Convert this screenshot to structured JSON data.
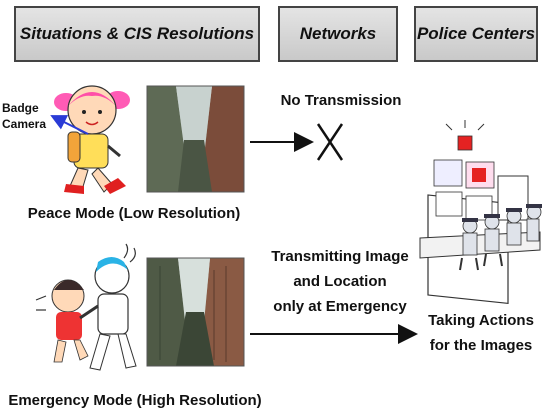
{
  "headers": {
    "left": "Situations & CIS Resolutions",
    "middle": "Networks",
    "right": "Police Centers"
  },
  "peace": {
    "badge_label_line1": "Badge",
    "badge_label_line2": "Camera",
    "caption": "Peace Mode (Low Resolution)",
    "network_text": "No Transmission"
  },
  "emergency": {
    "caption": "Emergency Mode (High Resolution)",
    "network_line1": "Transmitting Image",
    "network_line2": "and Location",
    "network_line3": "only at Emergency"
  },
  "police": {
    "action_line1": "Taking Actions",
    "action_line2": "for the Images"
  }
}
